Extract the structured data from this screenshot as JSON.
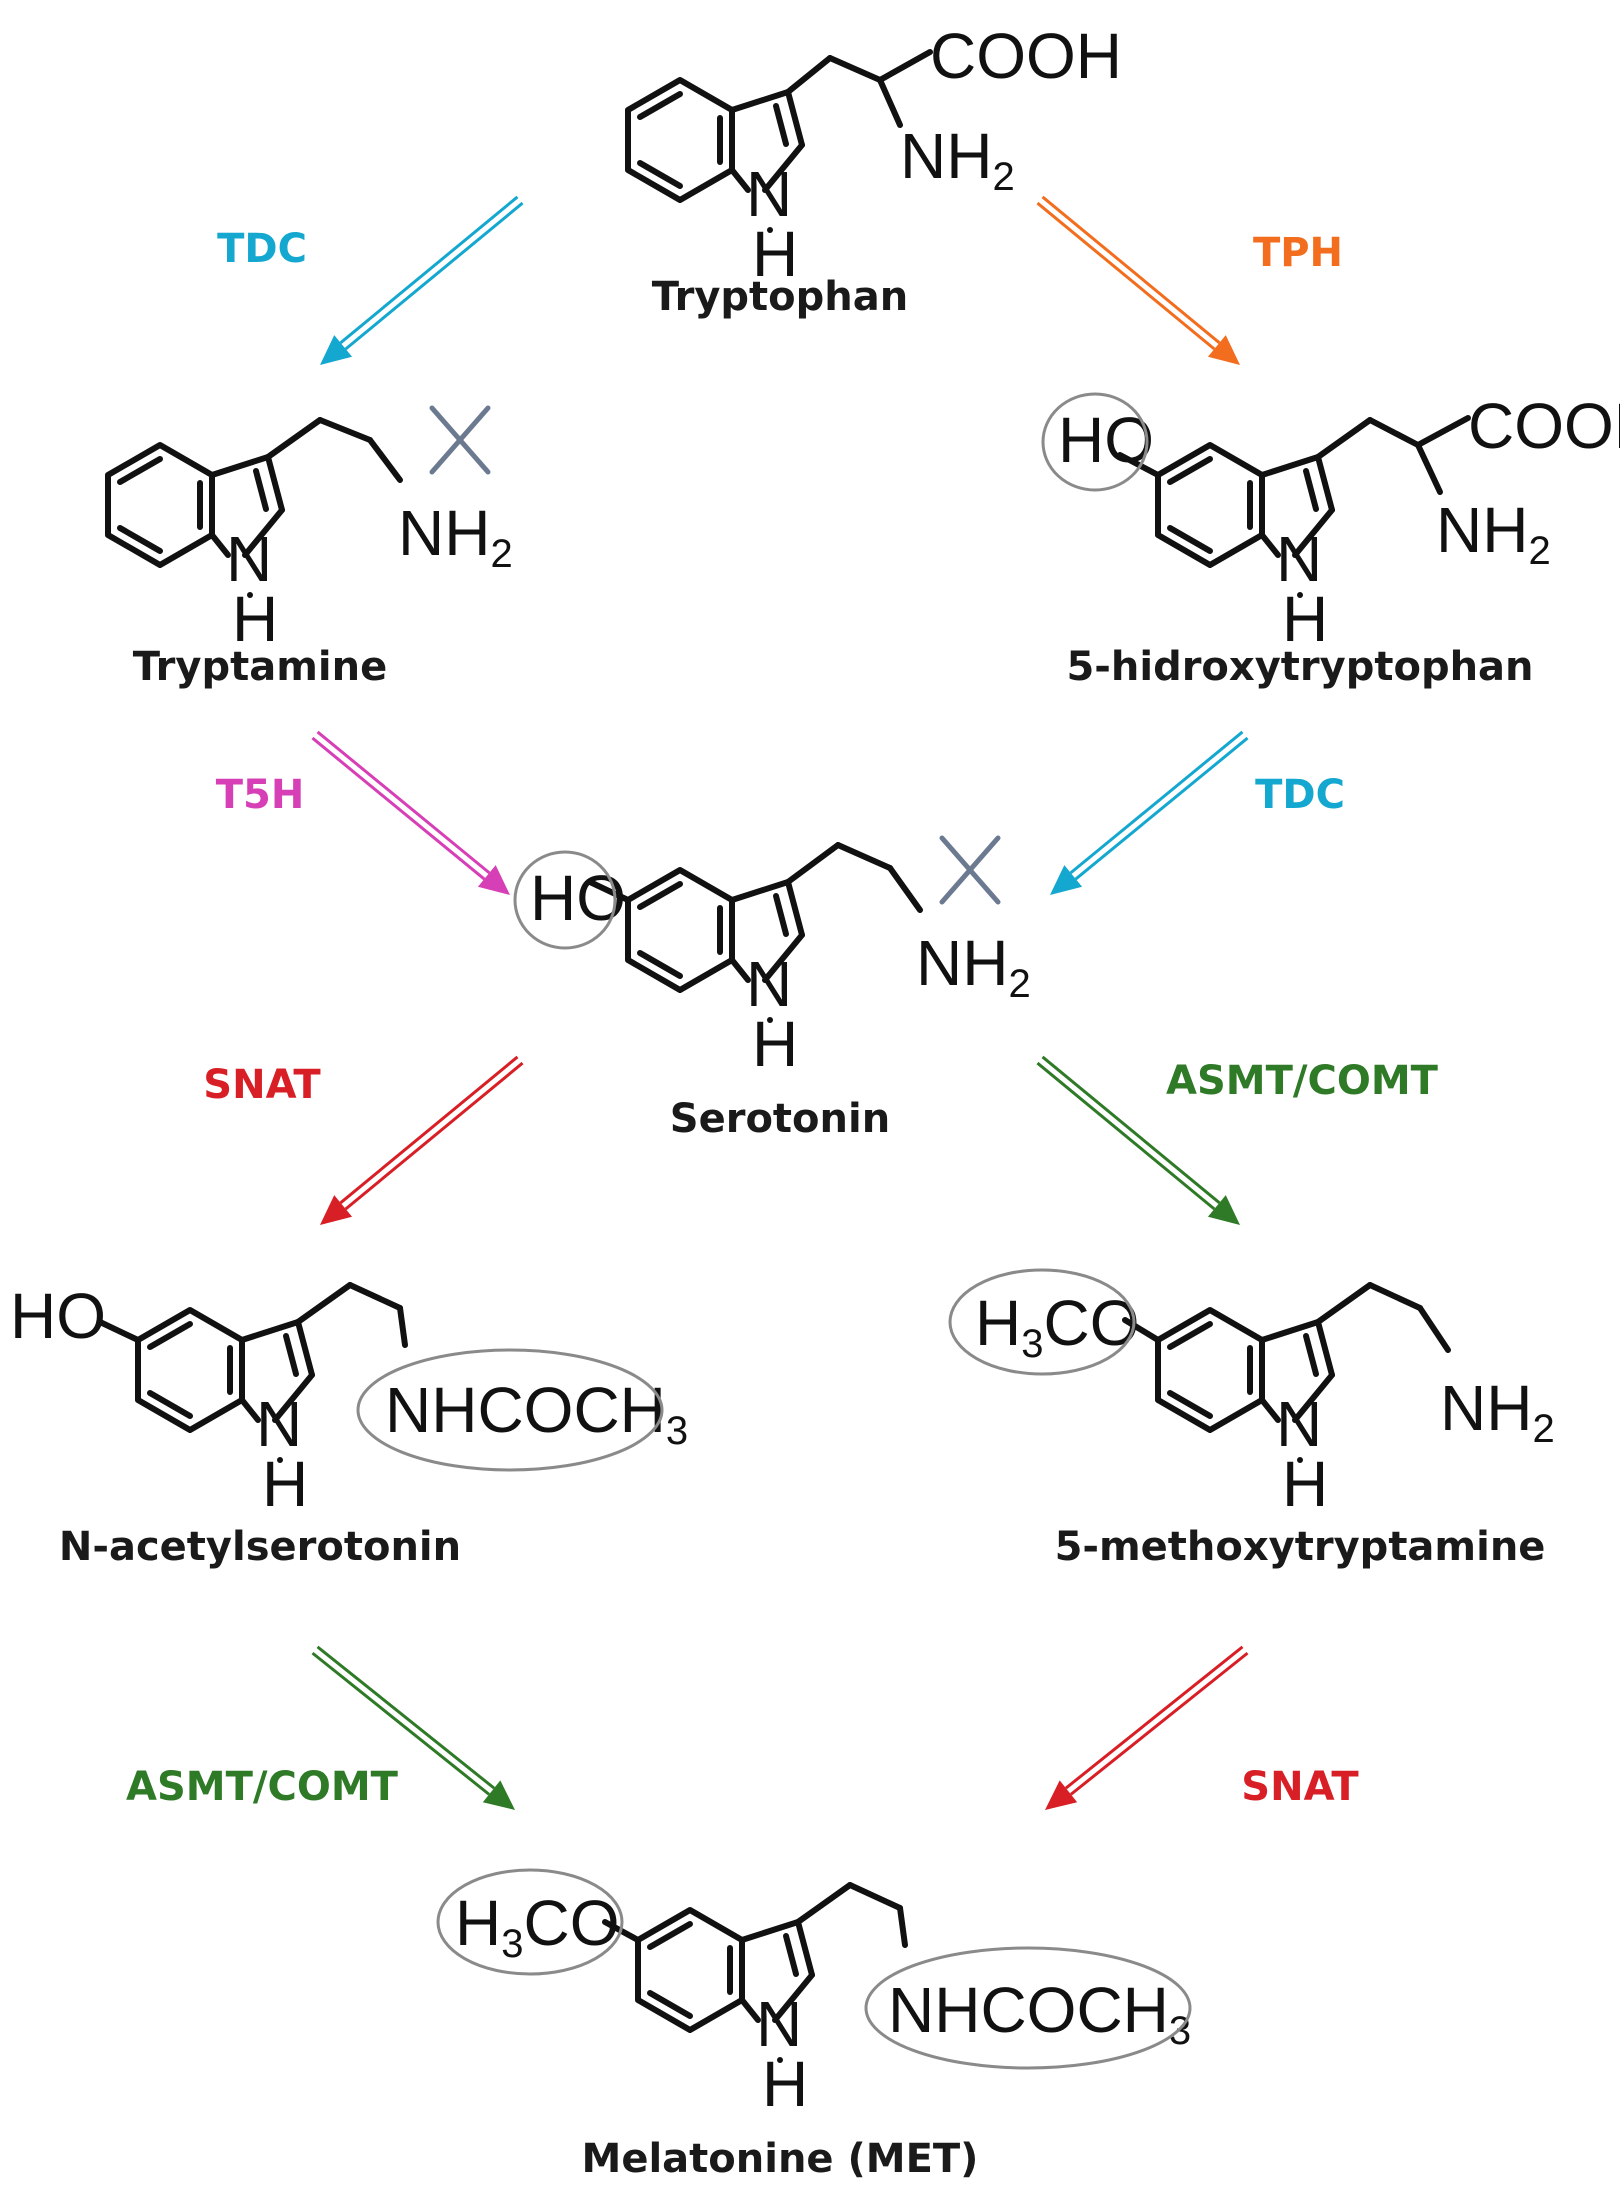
{
  "molecules": {
    "tryptophan": {
      "name": "Tryptophan",
      "groups": [
        "COOH",
        "NH2"
      ]
    },
    "tryptamine": {
      "name": "Tryptamine",
      "groups": [
        "NH2"
      ]
    },
    "hydroxytryptophan": {
      "name": "5-hidroxytryptophan",
      "groups": [
        "HO",
        "COOH",
        "NH2"
      ]
    },
    "serotonin": {
      "name": "Serotonin",
      "groups": [
        "HO",
        "NH2"
      ]
    },
    "n_acetylserotonin": {
      "name": "N-acetylserotonin",
      "groups": [
        "HO",
        "NHCOCH3"
      ]
    },
    "methoxytryptamine": {
      "name": "5-methoxytryptamine",
      "groups": [
        "H3CO",
        "NH2"
      ]
    },
    "melatonine": {
      "name": "Melatonine (MET)",
      "groups": [
        "H3CO",
        "NHCOCH3"
      ]
    }
  },
  "enzymes": {
    "tdc_1": {
      "label": "TDC",
      "color": "#14a7cf"
    },
    "tph": {
      "label": "TPH",
      "color": "#f26d1d"
    },
    "t5h": {
      "label": "T5H",
      "color": "#d63fb6"
    },
    "tdc_2": {
      "label": "TDC",
      "color": "#14a7cf"
    },
    "snat_1": {
      "label": "SNAT",
      "color": "#d81f26"
    },
    "asmt_1": {
      "label": "ASMT/COMT",
      "color": "#2f7a27"
    },
    "asmt_2": {
      "label": "ASMT/COMT",
      "color": "#2f7a27"
    },
    "snat_2": {
      "label": "SNAT",
      "color": "#d81f26"
    }
  },
  "atoms": {
    "ring_nitrogen": "N",
    "ring_hydrogen": "H"
  },
  "colors": {
    "bond": "#111111",
    "highlight": "#8a8a8a",
    "cross": "#6b7a90"
  }
}
